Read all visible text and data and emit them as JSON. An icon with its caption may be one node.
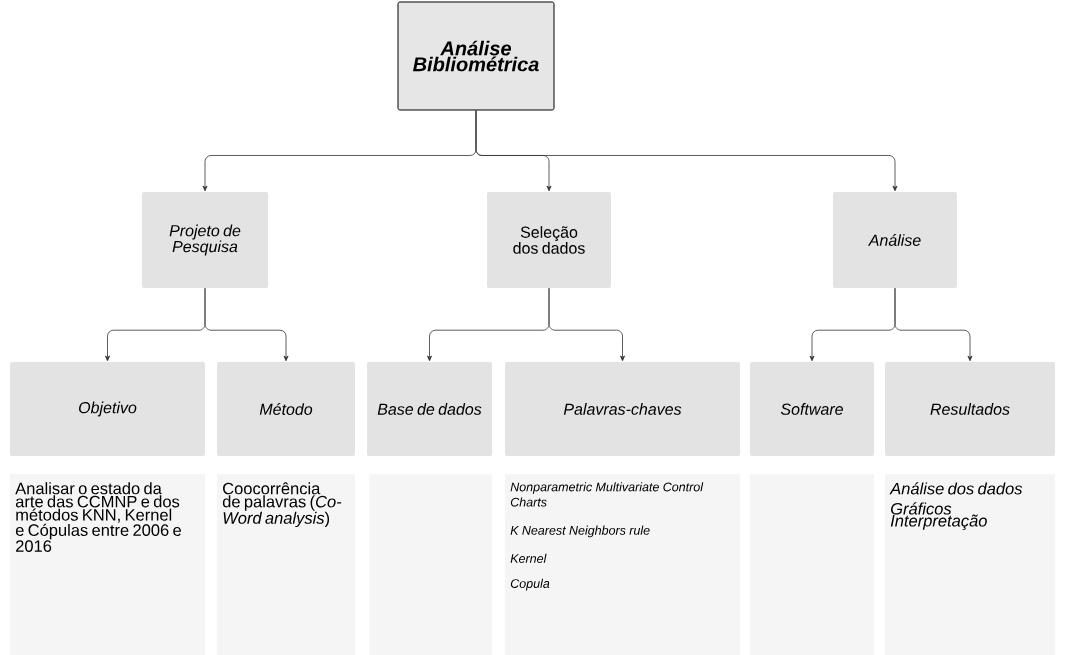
{
  "diagram": {
    "nodes": [
      {
        "text": [
          "Análise Bibliométrica"
        ]
      },
      {
        "text": [
          "Projeto de Pesquisa"
        ]
      },
      {
        "text": [
          "Seleção dos dados"
        ]
      },
      {
        "text": [
          "Análise"
        ]
      },
      {
        "text": [
          "Objetivo"
        ]
      },
      {
        "text": [
          "Método"
        ]
      },
      {
        "text": [
          "Base de dados"
        ]
      },
      {
        "text": [
          "Palavras-chaves"
        ]
      },
      {
        "text": [
          "Software"
        ]
      },
      {
        "text": [
          "Resultados"
        ]
      },
      {
        "text": [
          "Analisar o estado da arte das CCMNP e dos métodos KNN, Kernel e Cópulas entre 2006 e 2016"
        ]
      },
      {
        "text": [
          "Coocorrência de palavras (*Co-Word analysis*)"
        ]
      },
      {
        "text": [],
        "shape": "box"
      },
      {
        "text": [
          "Nonparametric Multivariate Control Charts",
          "K Nearest Neighbors rule",
          "Kernel",
          "Copula"
        ]
      },
      {
        "text": [],
        "shape": "box"
      },
      {
        "text": [
          "Análise dos dados",
          "Gráficos",
          "Interpretação"
        ]
      }
    ],
    "edges": [
      {
        "from": 0,
        "to": 1,
        "arrow": "to"
      },
      {
        "from": 0,
        "to": 2,
        "arrow": "to"
      },
      {
        "from": 0,
        "to": 3,
        "arrow": "to"
      },
      {
        "from": 1,
        "to": 4,
        "arrow": "to"
      },
      {
        "from": 1,
        "to": 5,
        "arrow": "to"
      },
      {
        "from": 2,
        "to": 6,
        "arrow": "to"
      },
      {
        "from": 2,
        "to": 7,
        "arrow": "to"
      },
      {
        "from": 3,
        "to": 8,
        "arrow": "to"
      },
      {
        "from": 3,
        "to": 9,
        "arrow": "to"
      }
    ]
  }
}
